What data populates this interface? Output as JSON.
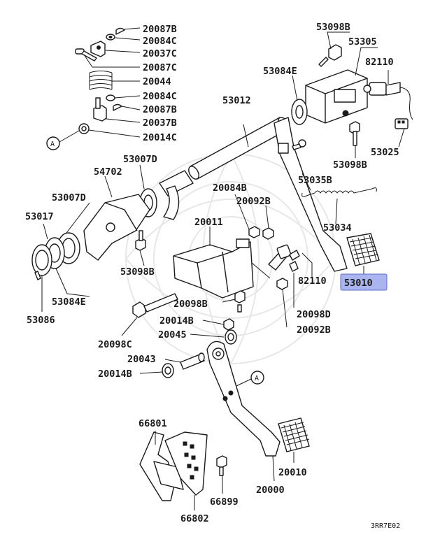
{
  "diagram_code": "3RR7E02",
  "reference_mark": "A",
  "highlight_color": "#aab4ee",
  "labels": {
    "p20087B_top": "20087B",
    "p20084C_top": "20084C",
    "p20037C": "20037C",
    "p20087C": "20087C",
    "p20044": "20044",
    "p20084C_mid": "20084C",
    "p20087B_mid": "20087B",
    "p20037B": "20037B",
    "p20014C": "20014C",
    "p53098B_top": "53098B",
    "p53305": "53305",
    "p82110_top": "82110",
    "p53084E_top": "53084E",
    "p53012": "53012",
    "p53025": "53025",
    "p53098B_mid": "53098B",
    "p53007D_top": "53007D",
    "p54702": "54702",
    "p53035B": "53035B",
    "p20084B": "20084B",
    "p53007D_left": "53007D",
    "p20092B_mid": "20092B",
    "p53017": "53017",
    "p53034": "53034",
    "p20011": "20011",
    "p53010": "53010",
    "p53098B_low": "53098B",
    "p82110_low": "82110",
    "p20098B": "20098B",
    "p53084E_low": "53084E",
    "p20098D": "20098D",
    "p53086": "53086",
    "p20014B_top": "20014B",
    "p20092B_low": "20092B",
    "p20045": "20045",
    "p20098C": "20098C",
    "p20043": "20043",
    "p20014B_low": "20014B",
    "p66801": "66801",
    "p20010": "20010",
    "p66899": "66899",
    "p20000": "20000",
    "p66802": "66802"
  }
}
